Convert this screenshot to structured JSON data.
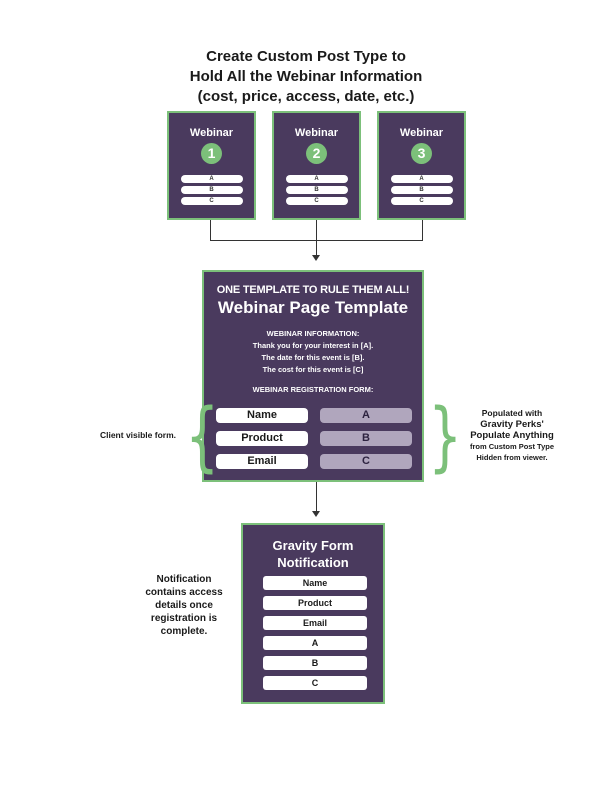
{
  "title": {
    "line1": "Create Custom Post Type to",
    "line2": "Hold All the Webinar Information",
    "line3": "(cost, price, access, date, etc.)"
  },
  "webinars": [
    {
      "label": "Webinar",
      "number": "1",
      "fields": [
        "A",
        "B",
        "C"
      ]
    },
    {
      "label": "Webinar",
      "number": "2",
      "fields": [
        "A",
        "B",
        "C"
      ]
    },
    {
      "label": "Webinar",
      "number": "3",
      "fields": [
        "A",
        "B",
        "C"
      ]
    }
  ],
  "template": {
    "tagline": "ONE TEMPLATE TO RULE THEM ALL!",
    "heading": "Webinar Page Template",
    "info_title": "WEBINAR INFORMATION:",
    "info_lines": [
      "Thank you for your interest in [A].",
      "The date for this event is [B].",
      "The cost for this event is [C]"
    ],
    "form_title": "WEBINAR REGISTRATION FORM:",
    "visible_fields": [
      "Name",
      "Product",
      "Email"
    ],
    "hidden_fields": [
      "A",
      "B",
      "C"
    ]
  },
  "left_note": "Client visible form.",
  "right_note": {
    "line1": "Populated with",
    "line2": "Gravity Perks'",
    "line3": "Populate Anything",
    "line4": "from Custom Post Type",
    "line5": "Hidden from viewer."
  },
  "notification": {
    "heading_line1": "Gravity Form",
    "heading_line2": "Notification",
    "rows": [
      "Name",
      "Product",
      "Email",
      "A",
      "B",
      "C"
    ]
  },
  "notification_note": {
    "line1": "Notification",
    "line2": "contains access",
    "line3": "details once",
    "line4": "registration is",
    "line5": "complete."
  },
  "colors": {
    "panel": "#4a3a5e",
    "border": "#7cc07a",
    "hidden_field": "#b0a6bd"
  }
}
